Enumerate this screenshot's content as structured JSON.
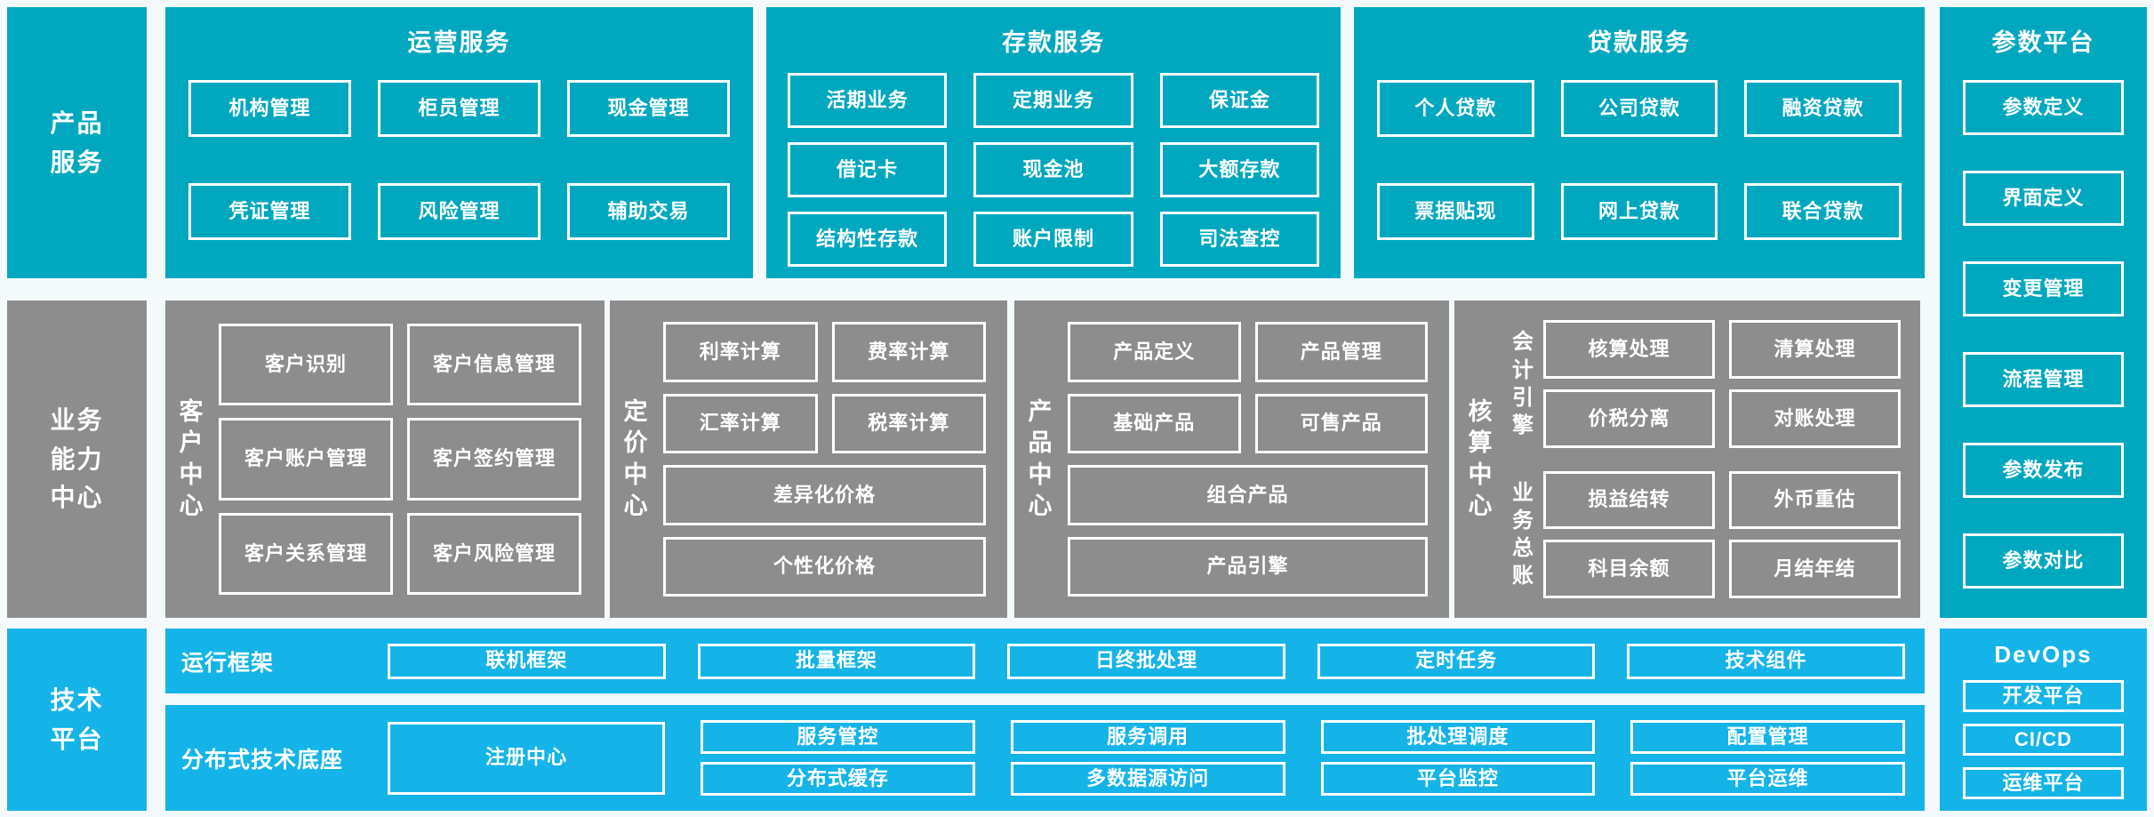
{
  "palette": {
    "teal": "#00a8bf",
    "gray": "#8d8d8d",
    "blue": "#14b4e9",
    "page_background": "#f4fafc",
    "box_border": "#ffffff",
    "text": "#ffffff"
  },
  "product_services": {
    "sidebar": "产品\n服务",
    "operations": {
      "title": "运营服务",
      "items": [
        "机构管理",
        "柜员管理",
        "现金管理",
        "凭证管理",
        "风险管理",
        "辅助交易"
      ]
    },
    "deposit": {
      "title": "存款服务",
      "items": [
        "活期业务",
        "定期业务",
        "保证金",
        "借记卡",
        "现金池",
        "大额存款",
        "结构性存款",
        "账户限制",
        "司法查控"
      ]
    },
    "loan": {
      "title": "贷款服务",
      "items": [
        "个人贷款",
        "公司贷款",
        "融资贷款",
        "票据贴现",
        "网上贷款",
        "联合贷款"
      ]
    }
  },
  "param_platform": {
    "title": "参数平台",
    "items": [
      "参数定义",
      "界面定义",
      "变更管理",
      "流程管理",
      "参数发布",
      "参数对比"
    ]
  },
  "business_capability": {
    "sidebar": "业务\n能力\n中心",
    "customer_center": {
      "label": "客户中心",
      "items": [
        "客户识别",
        "客户信息管理",
        "客户账户管理",
        "客户签约管理",
        "客户关系管理",
        "客户风险管理"
      ]
    },
    "pricing_center": {
      "label": "定价中心",
      "items": [
        "利率计算",
        "费率计算",
        "汇率计算",
        "税率计算"
      ],
      "wide_items": [
        "差异化价格",
        "个性化价格"
      ]
    },
    "product_center": {
      "label": "产品中心",
      "items": [
        "产品定义",
        "产品管理",
        "基础产品",
        "可售产品"
      ],
      "wide_items": [
        "组合产品",
        "产品引擎"
      ]
    },
    "accounting_center": {
      "label": "核算中心",
      "groups": [
        {
          "label": "会计引擎",
          "items": [
            "核算处理",
            "清算处理",
            "价税分离",
            "对账处理"
          ]
        },
        {
          "label": "业务总账",
          "items": [
            "损益结转",
            "外币重估",
            "科目余额",
            "月结年结"
          ]
        }
      ]
    }
  },
  "tech_platform": {
    "sidebar": "技术\n平台",
    "runtime": {
      "label": "运行框架",
      "items": [
        "联机框架",
        "批量框架",
        "日终批处理",
        "定时任务",
        "技术组件"
      ]
    },
    "distributed": {
      "label": "分布式技术底座",
      "registry": "注册中心",
      "row1": [
        "服务管控",
        "服务调用",
        "批处理调度",
        "配置管理"
      ],
      "row2": [
        "分布式缓存",
        "多数据源访问",
        "平台监控",
        "平台运维"
      ]
    },
    "devops": {
      "title": "DevOps",
      "items": [
        "开发平台",
        "CI/CD",
        "运维平台"
      ]
    }
  }
}
